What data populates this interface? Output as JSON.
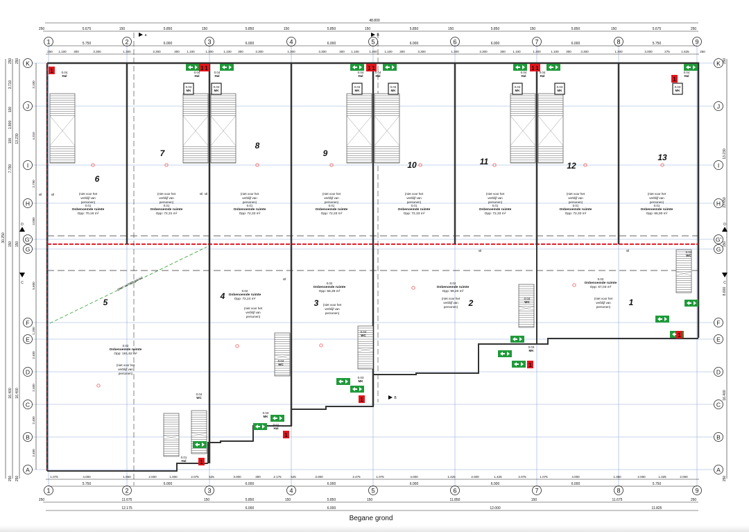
{
  "drawing": {
    "title": "Begane grond",
    "colors": {
      "grid": "#8fa9d8",
      "wall": "#333333",
      "red_line": "#e0202a",
      "unit_number": "#1a1aa8",
      "exit_green": "#1f9a3a",
      "extinguisher_red": "#e3141b",
      "diagonal": "#2a9d2a"
    },
    "overall_dimension": "48.800",
    "grid": {
      "columns": [
        "1",
        "2",
        "3",
        "4",
        "5",
        "6",
        "7",
        "8",
        "9"
      ],
      "rows": [
        "K",
        "J",
        "I",
        "H",
        "G'",
        "G",
        "F",
        "E",
        "D",
        "C",
        "B",
        "A"
      ]
    },
    "dims_top_1": [
      "250",
      "5.675",
      "150",
      "5.850",
      "150",
      "5.850",
      "150",
      "5.850",
      "150",
      "5.850",
      "150",
      "5.850",
      "150",
      "5.850",
      "150",
      "5.675",
      "250"
    ],
    "dims_top_2": [
      "5.750",
      "6.000",
      "6.000",
      "6.000",
      "6.000",
      "6.000",
      "6.000",
      "5.750"
    ],
    "dims_top_3": [
      "250",
      "1.100",
      "300",
      "3.300",
      "1.300",
      "3.300",
      "300",
      "1.100",
      "1.300",
      "1.100",
      "300",
      "3.300",
      "1.300",
      "3.300",
      "300",
      "1.100",
      "1.300",
      "1.100",
      "300",
      "3.300",
      "1.300",
      "3.300",
      "300",
      "1.100",
      "1.300",
      "1.100",
      "300",
      "3.300",
      "1.300",
      "3.000",
      "275",
      "1.625",
      "250"
    ],
    "dims_bottom_1": [
      "1.075",
      "4.000",
      "1.850",
      "2.000",
      "1.000",
      "2.075",
      "525",
      "3.000",
      "300",
      "2.175",
      "525",
      "3.000",
      "2.475",
      "1.075",
      "4.000",
      "1.425",
      "2.000",
      "1.425",
      "2.075",
      "1.075",
      "4.000",
      "1.350",
      "2.000",
      "1.325",
      "2.000"
    ],
    "dims_bottom_2": [
      "5.750",
      "6.000",
      "6.000",
      "6.000",
      "6.000",
      "6.000",
      "6.000",
      "5.750"
    ],
    "dims_bottom_3": [
      "250",
      "11.675",
      "150",
      "5.850",
      "150",
      "5.850",
      "150",
      "11.850",
      "150",
      "11.675",
      "250"
    ],
    "dims_bottom_4": [
      "12.175",
      "6.000",
      "6.000",
      "12.000",
      "11.825"
    ],
    "dims_left_outer": [
      "30.250"
    ],
    "dims_left_1": [
      "250",
      "3.710",
      "100",
      "1.800",
      "100",
      "7.790",
      "150",
      "16.400",
      "250"
    ],
    "dims_left_2": [
      "250",
      "13.230",
      "150",
      "16.400",
      "250"
    ],
    "dims_left_rows": [
      "3.100",
      "4.310",
      "2.790",
      "3.000",
      "5.600",
      "1.200",
      "2.400",
      "2.400",
      "2.400",
      "2.400"
    ],
    "dims_right": [
      "250",
      "13.230",
      "23.650",
      "150",
      "8.600",
      "16.400",
      "250"
    ],
    "upper_units": [
      {
        "number": "6",
        "code": "0.01",
        "name": "Onbenoemde ruimte",
        "area": "Opp: 70,16 m²",
        "note": [
          "(niet voor het",
          "verblijf van",
          "personen)"
        ]
      },
      {
        "number": "7",
        "code": "0.01",
        "name": "Onbenoemde ruimte",
        "area": "Opp: 72,31 m²",
        "note": [
          "(niet voor het",
          "verblijf van",
          "personen)"
        ]
      },
      {
        "number": "8",
        "code": "0.01",
        "name": "Onbenoemde ruimte",
        "area": "Opp: 72,33 m²",
        "note": [
          "(niet voor het",
          "verblijf van",
          "personen)"
        ]
      },
      {
        "number": "9",
        "code": "0.01",
        "name": "Onbenoemde ruimte",
        "area": "Opp: 72,33 m²",
        "note": [
          "(niet voor het",
          "verblijf van",
          "personen)"
        ]
      },
      {
        "number": "10",
        "code": "0.01",
        "name": "Onbenoemde ruimte",
        "area": "Opp: 72,33 m²",
        "note": [
          "(niet voor het",
          "verblijf van",
          "personen)"
        ]
      },
      {
        "number": "11",
        "code": "0.01",
        "name": "Onbenoemde ruimte",
        "area": "Opp: 72,33 m²",
        "note": [
          "(niet voor het",
          "verblijf van",
          "personen)"
        ]
      },
      {
        "number": "12",
        "code": "0.01",
        "name": "Onbenoemde ruimte",
        "area": "Opp: 72,33 m²",
        "note": [
          "(niet voor het",
          "verblijf van",
          "personen)"
        ]
      },
      {
        "number": "13",
        "code": "0.01",
        "name": "Onbenoemde ruimte",
        "area": "Opp: 65,90 m²",
        "note": [
          "(niet voor het",
          "verblijf van",
          "personen)"
        ]
      }
    ],
    "lower_units": [
      {
        "number": "5",
        "code": "0.02",
        "name": "Onbenoemde ruimte",
        "area": "Opp: 161,62 m²",
        "note": [
          "(niet voor het",
          "verblijf van",
          "personen)"
        ]
      },
      {
        "number": "4",
        "code": "0.02",
        "name": "Onbenoemde ruimte",
        "area": "Opp: 72,24 m²",
        "note": [
          "(niet voor het",
          "verblijf van",
          "personen)"
        ]
      },
      {
        "number": "3",
        "code": "0.02",
        "name": "Onbenoemde ruimte",
        "area": "Opp: 58,39 m²",
        "note": [
          "(niet voor het",
          "verblijf van",
          "personen)"
        ]
      },
      {
        "number": "2",
        "code": "0.02",
        "name": "Onbenoemde ruimte",
        "area": "Opp: 99,20 m²",
        "note": [
          "(niet voor het",
          "verblijf van",
          "personen)"
        ]
      },
      {
        "number": "1",
        "code": "0.02",
        "name": "Onbenoemde ruimte",
        "area": "Opp: 67,03 m²",
        "note": [
          "(niet voor het",
          "verblijf van",
          "personen)"
        ]
      }
    ],
    "small_rooms": [
      {
        "code": "0.04",
        "name": "Hal"
      },
      {
        "code": "0.04",
        "name": "Hal"
      },
      {
        "code": "0.04",
        "name": "Hal"
      },
      {
        "code": "0.04",
        "name": "Hal"
      },
      {
        "code": "0.04",
        "name": "Hal"
      },
      {
        "code": "0.04",
        "name": "Hal"
      },
      {
        "code": "0.04",
        "name": "Hal"
      },
      {
        "code": "0.04",
        "name": "Hal"
      },
      {
        "code": "0.03",
        "name": "MK"
      },
      {
        "code": "0.03",
        "name": "MK"
      },
      {
        "code": "0.03",
        "name": "MK"
      },
      {
        "code": "0.03",
        "name": "MK"
      },
      {
        "code": "0.03",
        "name": "MK"
      },
      {
        "code": "0.03",
        "name": "MK"
      },
      {
        "code": "0.03",
        "name": "MK"
      },
      {
        "code": "0.04",
        "name": "WC"
      },
      {
        "code": "0.04",
        "name": "WC"
      },
      {
        "code": "0.04",
        "name": "WC"
      },
      {
        "code": "0.04",
        "name": "WC"
      },
      {
        "code": "0.04",
        "name": "WC"
      },
      {
        "code": "0.03",
        "name": "MK"
      },
      {
        "code": "0.03",
        "name": "MK"
      },
      {
        "code": "0.03",
        "name": "MK"
      },
      {
        "code": "0.01",
        "name": "Hal"
      },
      {
        "code": "0.01",
        "name": "Hal"
      }
    ],
    "section_markers": {
      "a": "a",
      "b": "B",
      "c": "C",
      "d": "D"
    },
    "stl_label": "stl",
    "diagonal_note": "geen verblijfsgebied",
    "extinguisher_label": "1"
  }
}
